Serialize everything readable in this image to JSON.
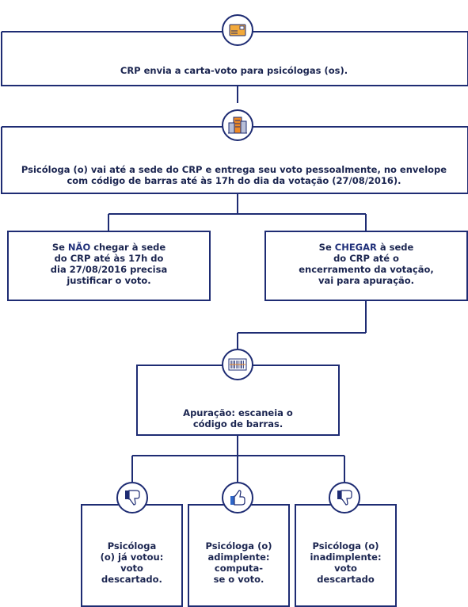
{
  "step1": {
    "text": "CRP envia a carta-voto para psicólogas (os).",
    "icon": "envelope-icon"
  },
  "step2": {
    "text": "Psicóloga (o) vai até a sede do CRP e entrega seu voto pessoalmente, no envelope com código de barras até às 17h do dia da votação (27/08/2016).",
    "icon": "building-icon"
  },
  "left_branch": {
    "prefix": "Se ",
    "highlight": "NÃO",
    "rest": " chegar à sede\ndo CRP até às 17h do\ndia 27/08/2016 precisa\njustificar o voto."
  },
  "right_branch": {
    "prefix": "Se ",
    "highlight": "CHEGAR",
    "rest": " à sede\ndo CRP até o\nencerramento da votação,\nvai para apuração."
  },
  "step3": {
    "text": "Apuração: escaneia o\ncódigo de barras.",
    "icon": "barcode-icon"
  },
  "outcomes": [
    {
      "text": "Psicóloga\n(o) já votou:\nvoto\ndescartado.",
      "icon": "thumbs-down-icon"
    },
    {
      "text": "Psicóloga (o)\nadimplente:\ncomputa-\nse o voto.",
      "icon": "thumbs-up-icon"
    },
    {
      "text": "Psicóloga (o)\ninadimplente:\nvoto\ndescartado",
      "icon": "thumbs-down-icon"
    }
  ],
  "colors": {
    "line": "#1e2c73",
    "text": "#1b2550",
    "envelope": "#f2a93b",
    "building_accent": "#f08a24"
  }
}
